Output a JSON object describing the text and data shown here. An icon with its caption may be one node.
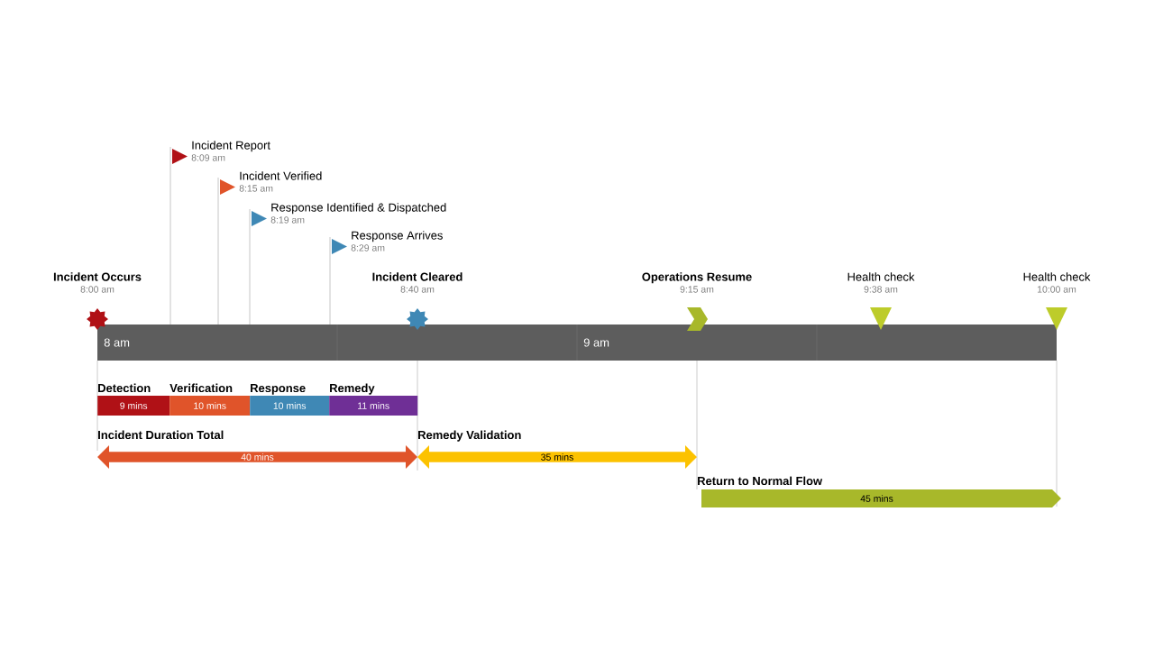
{
  "diagram": {
    "nodes": [
      {
        "text": [
          "Incident Report",
          "8:09 am"
        ]
      },
      {
        "text": [
          "Incident Verified",
          "8:15 am"
        ]
      },
      {
        "text": [
          "Response Identified & Dispatched",
          "8:19 am"
        ]
      },
      {
        "text": [
          "Response Arrives",
          "8:29 am"
        ]
      },
      {
        "text": [
          "Incident Occurs",
          "8:00 am"
        ]
      },
      {
        "text": [
          "Incident Cleared",
          "8:40 am"
        ]
      },
      {
        "text": [
          "Operations Resume",
          "9:15 am"
        ]
      },
      {
        "text": [
          "Health check",
          "9:38 am"
        ]
      },
      {
        "text": [
          "Health check",
          "10:00 am"
        ]
      },
      {
        "text": [
          "Detection",
          "9 mins"
        ]
      },
      {
        "text": [
          "Verification",
          "10 mins"
        ]
      },
      {
        "text": [
          "Response",
          "10 mins"
        ]
      },
      {
        "text": [
          "Remedy",
          "11 mins"
        ]
      },
      {
        "text": [
          "Incident Duration Total",
          "40 mins"
        ]
      },
      {
        "text": [
          "Remedy Validation",
          "35 mins"
        ]
      },
      {
        "text": [
          "Return to Normal Flow",
          "45 mins"
        ]
      }
    ],
    "labels": [
      "8 am",
      "9 am"
    ]
  }
}
